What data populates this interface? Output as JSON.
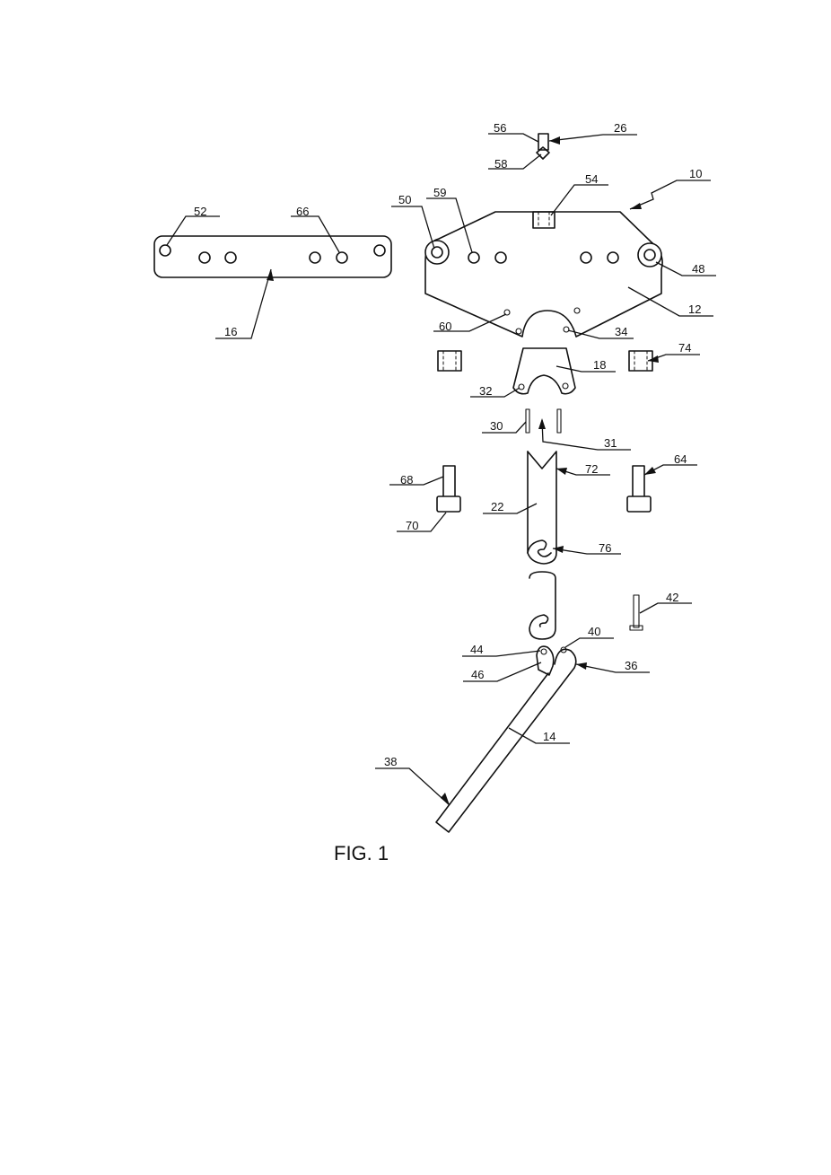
{
  "figure": {
    "caption": "FIG. 1",
    "labels": {
      "l10": "10",
      "l12": "12",
      "l14": "14",
      "l16": "16",
      "l18": "18",
      "l22": "22",
      "l26": "26",
      "l30": "30",
      "l31": "31",
      "l32": "32",
      "l34": "34",
      "l36": "36",
      "l38": "38",
      "l40": "40",
      "l42": "42",
      "l44": "44",
      "l46": "46",
      "l48": "48",
      "l50": "50",
      "l52": "52",
      "l54": "54",
      "l56": "56",
      "l58": "58",
      "l59": "59",
      "l60": "60",
      "l64": "64",
      "l66": "66",
      "l68": "68",
      "l70": "70",
      "l72": "72",
      "l74": "74",
      "l76": "76"
    }
  }
}
